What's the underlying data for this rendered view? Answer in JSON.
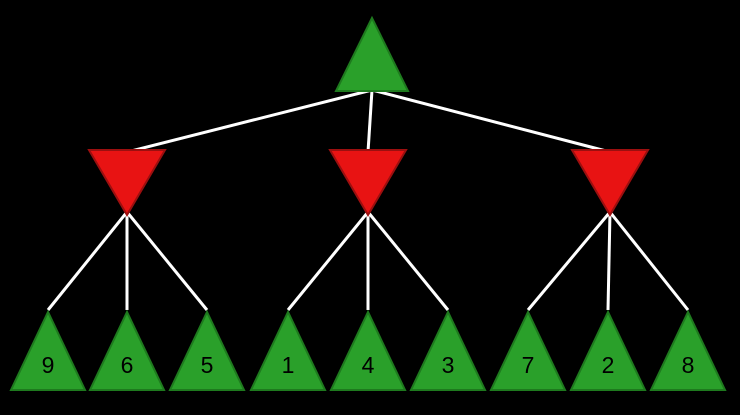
{
  "diagram": {
    "type": "game-tree",
    "background": "#000000",
    "edge_color": "#ffffff",
    "edge_width": 3,
    "text_color": "#000000",
    "node_colors": {
      "max_fill": "#2aa02a",
      "max_stroke": "#1e7a1e",
      "min_fill": "#e81313",
      "min_stroke": "#9c0f0f"
    },
    "root": {
      "id": "root",
      "type": "max",
      "label": ""
    },
    "internal_nodes": [
      {
        "id": "min-1",
        "type": "min",
        "label": ""
      },
      {
        "id": "min-2",
        "type": "min",
        "label": ""
      },
      {
        "id": "min-3",
        "type": "min",
        "label": ""
      }
    ],
    "leaves": [
      {
        "value": "9",
        "parent": 0
      },
      {
        "value": "6",
        "parent": 0
      },
      {
        "value": "5",
        "parent": 0
      },
      {
        "value": "1",
        "parent": 1
      },
      {
        "value": "4",
        "parent": 1
      },
      {
        "value": "3",
        "parent": 1
      },
      {
        "value": "7",
        "parent": 2
      },
      {
        "value": "2",
        "parent": 2
      },
      {
        "value": "8",
        "parent": 2
      }
    ]
  }
}
